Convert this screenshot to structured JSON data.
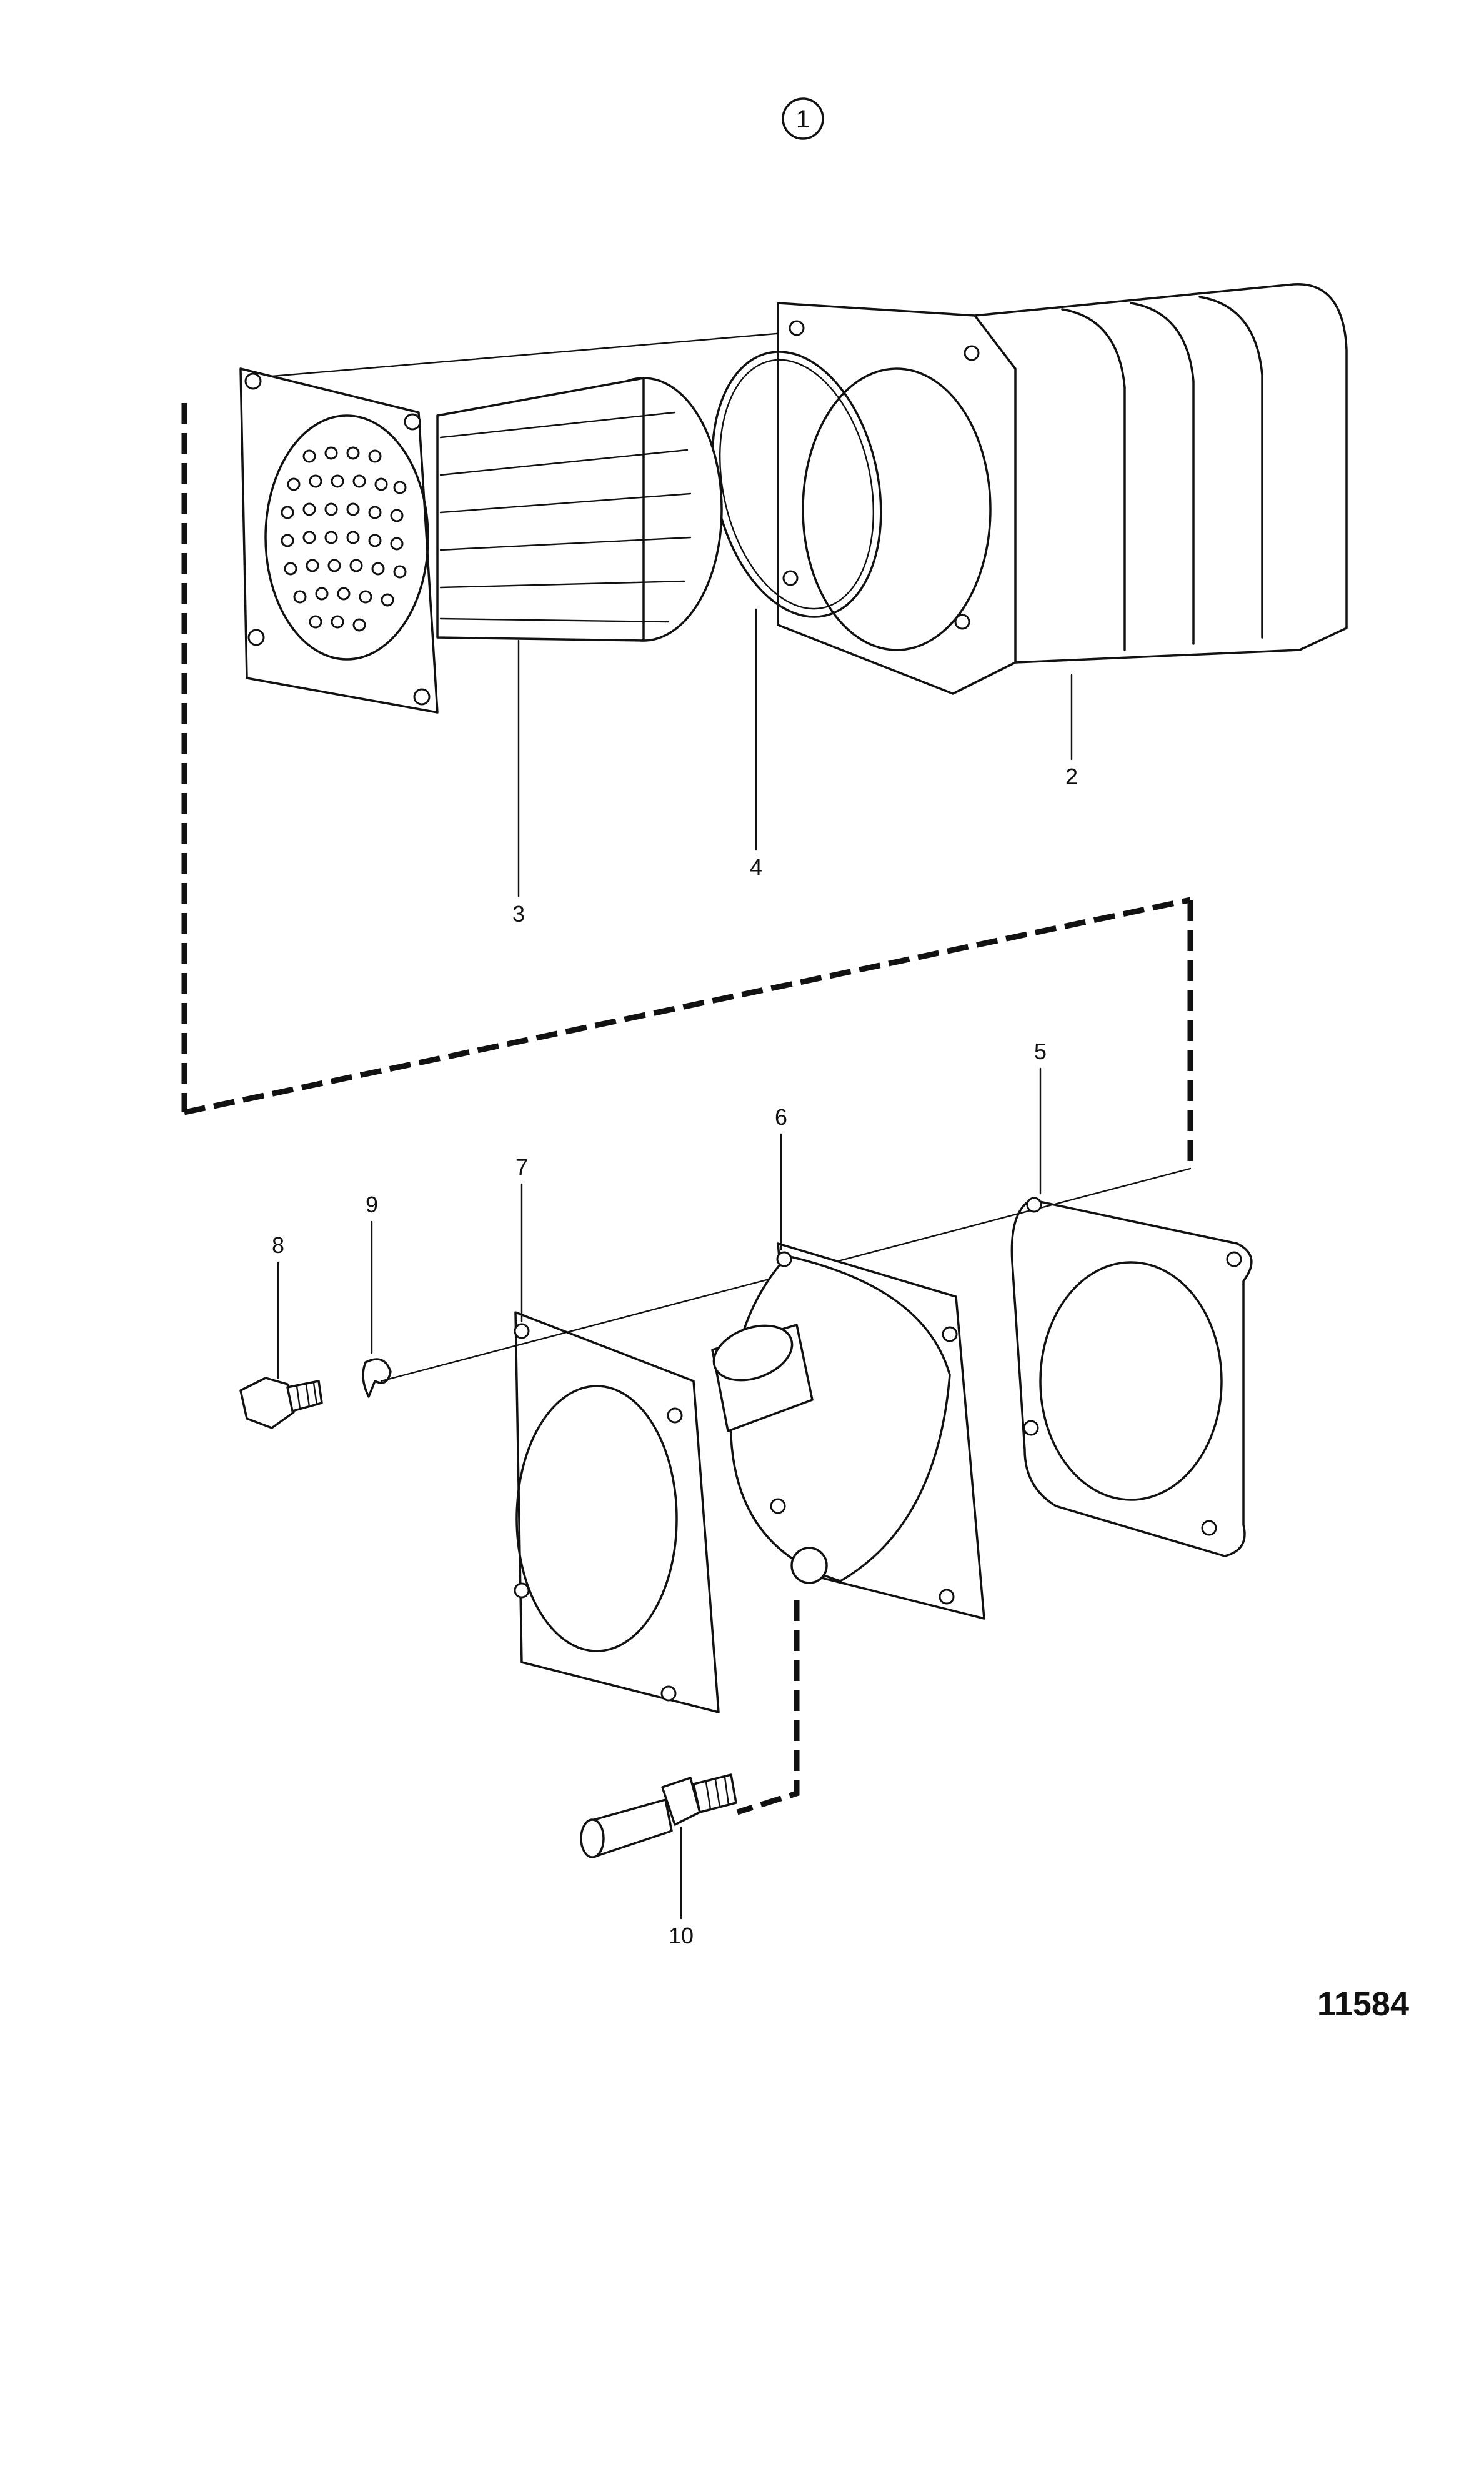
{
  "figure_marker": "1",
  "figure_number": "11584",
  "callouts": [
    {
      "id": "c2",
      "text": "2"
    },
    {
      "id": "c3",
      "text": "3"
    },
    {
      "id": "c4",
      "text": "4"
    },
    {
      "id": "c5",
      "text": "5"
    },
    {
      "id": "c6",
      "text": "6"
    },
    {
      "id": "c7",
      "text": "7"
    },
    {
      "id": "c8",
      "text": "8"
    },
    {
      "id": "c9",
      "text": "9"
    },
    {
      "id": "c10",
      "text": "10"
    }
  ]
}
